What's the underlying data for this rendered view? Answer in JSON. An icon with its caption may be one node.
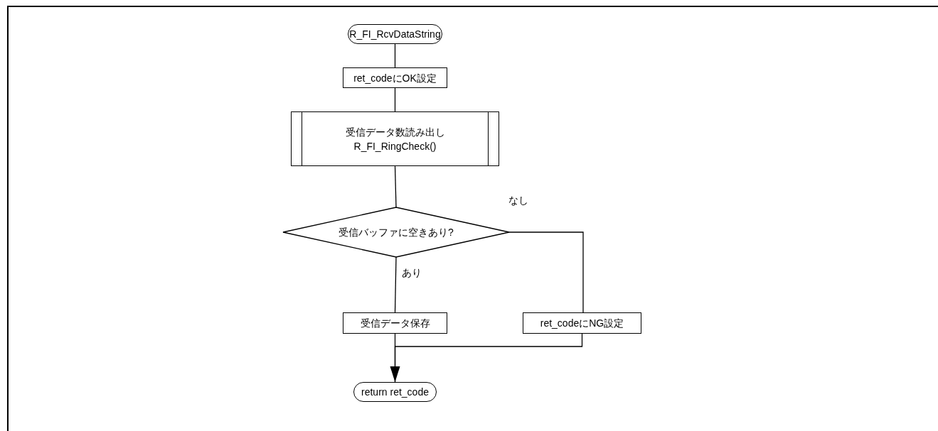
{
  "diagram": {
    "nodes": [
      {
        "text": [
          "R_FI_RcvDataString"
        ]
      },
      {
        "text": [
          "ret_codeにOK設定"
        ]
      },
      {
        "text": [
          "受信データ数読み出し",
          "R_FI_RingCheck()"
        ]
      },
      {
        "text": [
          "受信バッファに空きあり?"
        ]
      },
      {
        "text": [
          "受信データ保存"
        ]
      },
      {
        "text": [
          "ret_codeにNG設定"
        ]
      },
      {
        "text": [
          "return ret_code"
        ]
      }
    ],
    "edges": [
      {
        "from": 0,
        "to": 1,
        "arrow": "none"
      },
      {
        "from": 1,
        "to": 2,
        "arrow": "none"
      },
      {
        "from": 2,
        "to": 3,
        "arrow": "none"
      },
      {
        "from": 3,
        "to": 4,
        "arrow": "none",
        "label": "あり"
      },
      {
        "from": 3,
        "to": 5,
        "arrow": "none",
        "label": "なし"
      },
      {
        "from": 4,
        "to": 6,
        "arrow": "none"
      },
      {
        "from": 5,
        "to": 6,
        "arrow": "to"
      }
    ]
  }
}
